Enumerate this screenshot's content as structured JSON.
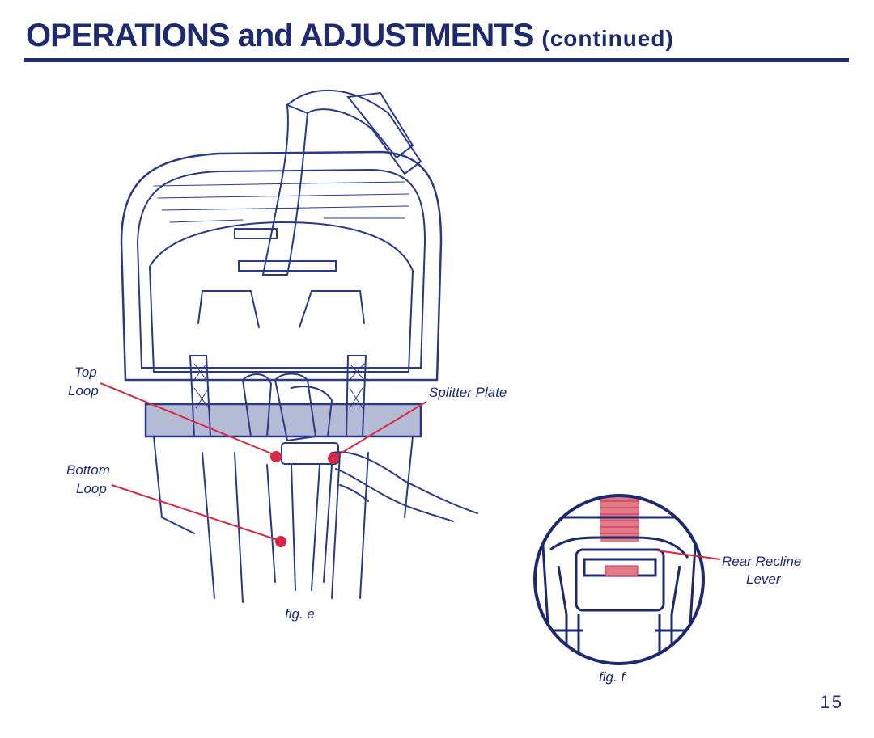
{
  "header": {
    "title": "OPERATIONS and ADJUSTMENTS",
    "subtitle": "(continued)"
  },
  "figure_e": {
    "labels": {
      "top": "Top",
      "loop1": "Loop",
      "splitter": "Splitter Plate",
      "bottom": "Bottom",
      "loop2": "Loop"
    },
    "caption": "fig. e"
  },
  "figure_f": {
    "label_line1": "Rear Recline",
    "label_line2": "Lever",
    "caption": "fig. f"
  },
  "page_number": "15",
  "colors": {
    "ink": "#1d2a6e",
    "accent": "#d62a44"
  }
}
